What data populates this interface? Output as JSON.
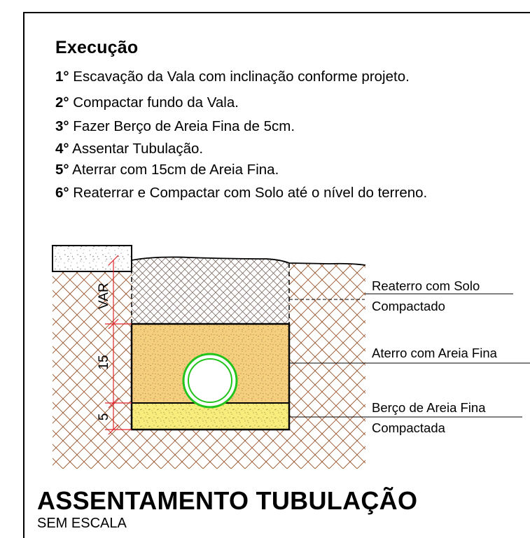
{
  "execution": {
    "title": "Execução",
    "steps": [
      {
        "num": "1°",
        "text": " Escavação da Vala com inclinação conforme projeto."
      },
      {
        "num": "2°",
        "text": " Compactar fundo da Vala."
      },
      {
        "num": "3°",
        "text": " Fazer Berço de Areia Fina de 5cm."
      },
      {
        "num": "4°",
        "text": " Assentar Tubulação."
      },
      {
        "num": "5°",
        "text": " Aterrar com 15cm de Areia Fina."
      },
      {
        "num": "6°",
        "text": " Reaterrar e Compactar com Solo até o nível do terreno."
      }
    ]
  },
  "drawing": {
    "labels": {
      "backfill_line1": "Reaterro com Solo",
      "backfill_line2": "Compactado",
      "sand_fill": "Aterro com Areia Fina",
      "bedding_line1": "Berço de Areia Fina",
      "bedding_line2": "Compactada"
    },
    "dimensions": {
      "var": "VAR",
      "fill_cm": "15",
      "bed_cm": "5"
    },
    "colors": {
      "sand_fill": "#f6cf7e",
      "bedding": "#f7ec7c",
      "pipe_ring": "#22c41c",
      "dimension": "#e0242a"
    }
  },
  "footer": {
    "title": "ASSENTAMENTO TUBULAÇÃO",
    "scale": "SEM ESCALA"
  }
}
